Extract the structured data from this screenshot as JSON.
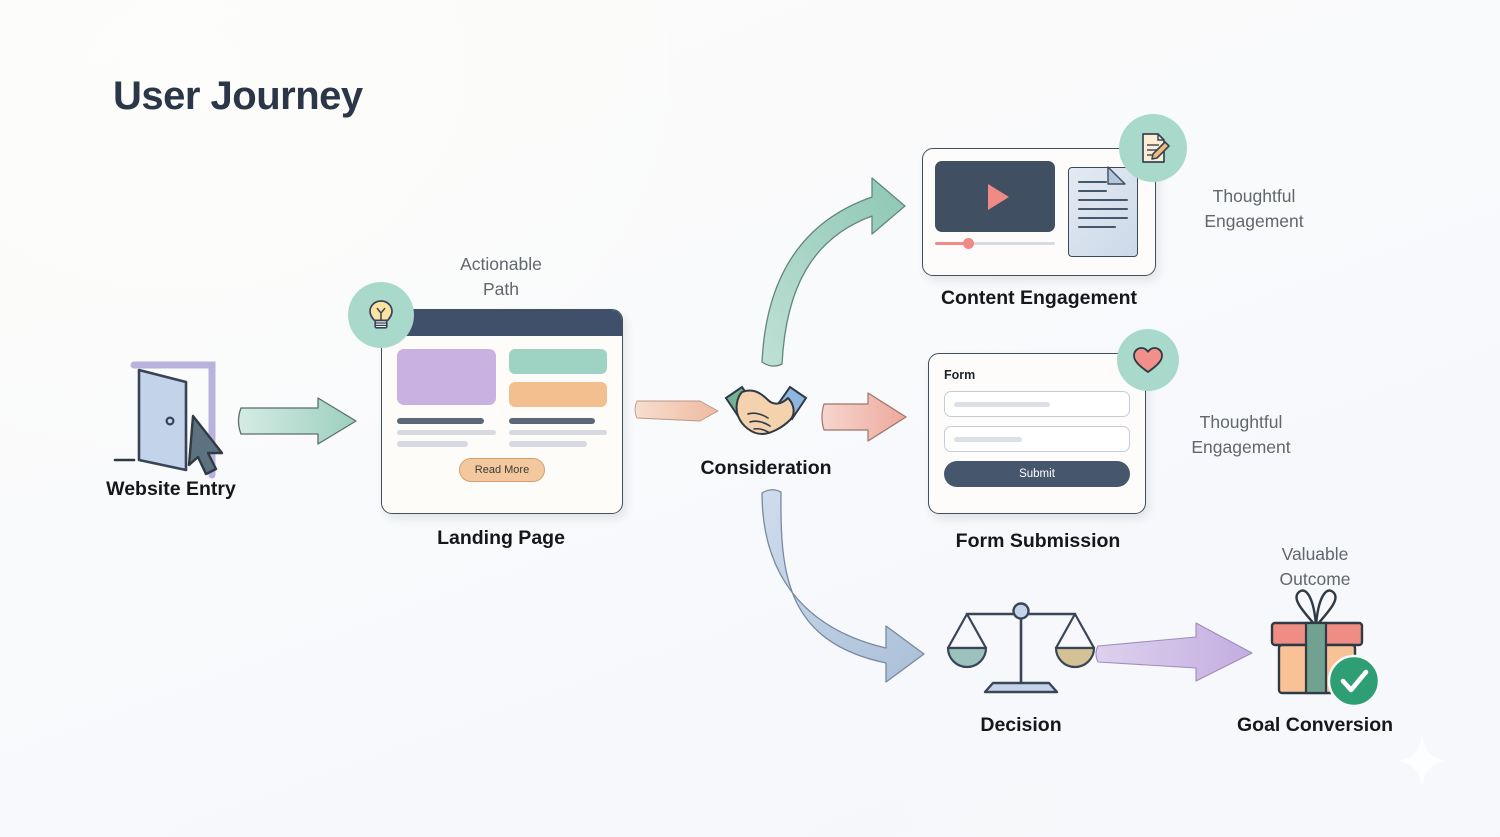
{
  "page": {
    "title": "User Journey",
    "background_gradient": [
      "#fbfbf9",
      "#f4f6fa"
    ],
    "title_color": "#2b3648"
  },
  "theme": {
    "accent_teal": "#a9d9ca",
    "accent_coral": "#ef8a86",
    "accent_navy": "#41506a",
    "accent_purple": "#c9b2e2",
    "accent_orange": "#f4bf8e",
    "accent_green": "#2e9e74",
    "label_gray": "#62666d",
    "label_dark": "#15171a"
  },
  "nodes": {
    "website_entry": {
      "label": "Website Entry",
      "icon": "open-door-icon"
    },
    "landing_page": {
      "label": "Landing Page",
      "badge_icon": "lightbulb-icon",
      "note": "Actionable\nPath",
      "note_line1": "Actionable",
      "note_line2": "Path",
      "cta_label": "Read More"
    },
    "consideration": {
      "label": "Consideration",
      "icon": "handshake-icon"
    },
    "content_engagement": {
      "label": "Content Engagement",
      "badge_icon": "note-pencil-icon",
      "note_line1": "Thoughtful",
      "note_line2": "Engagement",
      "media_icon": "video-play-icon",
      "doc_icon": "document-icon"
    },
    "form_submission": {
      "label": "Form Submission",
      "badge_icon": "heart-icon",
      "note_line1": "Thoughtful",
      "note_line2": "Engagement",
      "form_title": "Form",
      "submit_label": "Submit"
    },
    "decision": {
      "label": "Decision",
      "icon": "balance-scales-icon"
    },
    "goal_conversion": {
      "label": "Goal Conversion",
      "icon": "gift-box-icon",
      "badge_icon": "check-circle-icon",
      "note_line1": "Valuable",
      "note_line2": "Outcome"
    }
  },
  "connectors": [
    {
      "name": "entry-to-landing",
      "style": "straight",
      "color": "#a8d5c6"
    },
    {
      "name": "landing-to-consideration",
      "style": "straight",
      "color": "#f0c3ab"
    },
    {
      "name": "consideration-to-form",
      "style": "straight",
      "color": "#efb3a8"
    },
    {
      "name": "consideration-to-content",
      "style": "curved-up",
      "color": "#9ccfbe"
    },
    {
      "name": "consideration-to-decision",
      "style": "curved-down",
      "color": "#b7c8dd"
    },
    {
      "name": "decision-to-goal",
      "style": "straight",
      "color": "#cbbbe2"
    }
  ],
  "decor": {
    "sparkle": "sparkle-icon"
  }
}
